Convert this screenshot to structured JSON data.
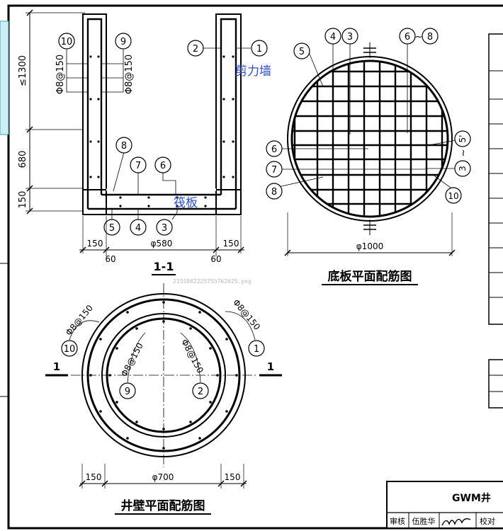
{
  "section": {
    "title": "1-1",
    "dims_v": [
      "≤1300",
      "680",
      "150"
    ],
    "dims_h": [
      "150",
      "φ580",
      "150"
    ],
    "dims_60": [
      "60",
      "60"
    ],
    "bar_spec": "Φ8@150",
    "annotation_wall": "剪力墙",
    "annotation_slab": "筏板",
    "marks": [
      "10",
      "9",
      "2",
      "1",
      "8",
      "7",
      "6",
      "5",
      "4",
      "3"
    ]
  },
  "base_plan": {
    "title": "底板平面配筋图",
    "dim": "φ1000",
    "marks": [
      "5",
      "4",
      "3",
      "6",
      "8",
      "5'",
      "3",
      "6",
      "7",
      "8",
      "10"
    ],
    "range_sep": "~"
  },
  "wall_plan": {
    "title": "井壁平面配筋图",
    "dims_h": [
      "150",
      "φ700",
      "150"
    ],
    "section_mark": "1",
    "bar_spec": "Φ8@150",
    "marks": [
      "10",
      "1",
      "9",
      "2"
    ]
  },
  "titleblock": {
    "title": "GWM井",
    "row": [
      "审核",
      "伍胜华",
      "校对"
    ]
  },
  "watermark": "2151862225755762625.png"
}
